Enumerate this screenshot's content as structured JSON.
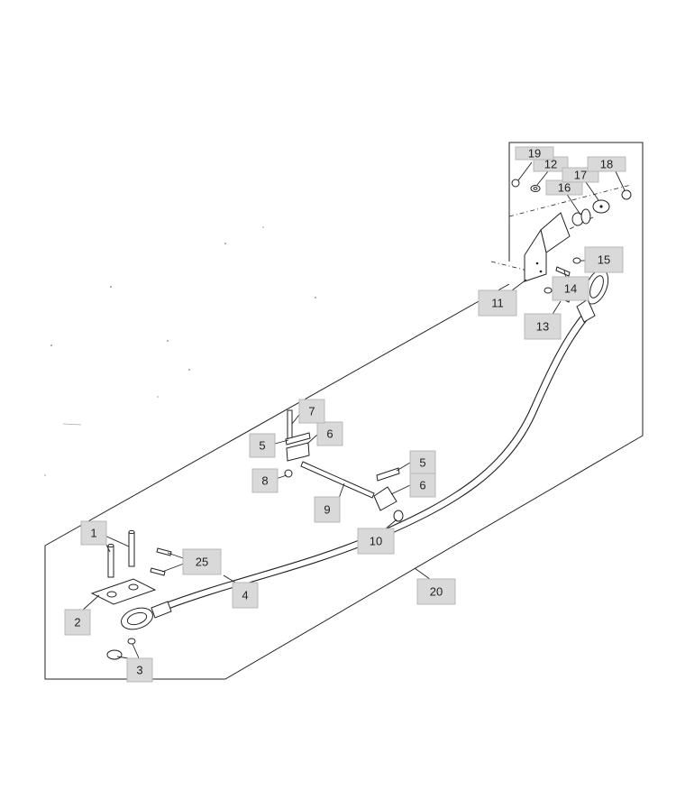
{
  "diagram": {
    "callouts": [
      {
        "id": "callout-1",
        "label": "1"
      },
      {
        "id": "callout-2",
        "label": "2"
      },
      {
        "id": "callout-3",
        "label": "3"
      },
      {
        "id": "callout-4",
        "label": "4"
      },
      {
        "id": "callout-5a",
        "label": "5"
      },
      {
        "id": "callout-5b",
        "label": "5"
      },
      {
        "id": "callout-6a",
        "label": "6"
      },
      {
        "id": "callout-6b",
        "label": "6"
      },
      {
        "id": "callout-7",
        "label": "7"
      },
      {
        "id": "callout-8",
        "label": "8"
      },
      {
        "id": "callout-9",
        "label": "9"
      },
      {
        "id": "callout-10",
        "label": "10"
      },
      {
        "id": "callout-11",
        "label": "11"
      },
      {
        "id": "callout-12",
        "label": "12"
      },
      {
        "id": "callout-13",
        "label": "13"
      },
      {
        "id": "callout-14",
        "label": "14"
      },
      {
        "id": "callout-15",
        "label": "15"
      },
      {
        "id": "callout-16",
        "label": "16"
      },
      {
        "id": "callout-17",
        "label": "17"
      },
      {
        "id": "callout-18",
        "label": "18"
      },
      {
        "id": "callout-19",
        "label": "19"
      },
      {
        "id": "callout-20",
        "label": "20"
      },
      {
        "id": "callout-25",
        "label": "25"
      }
    ]
  }
}
